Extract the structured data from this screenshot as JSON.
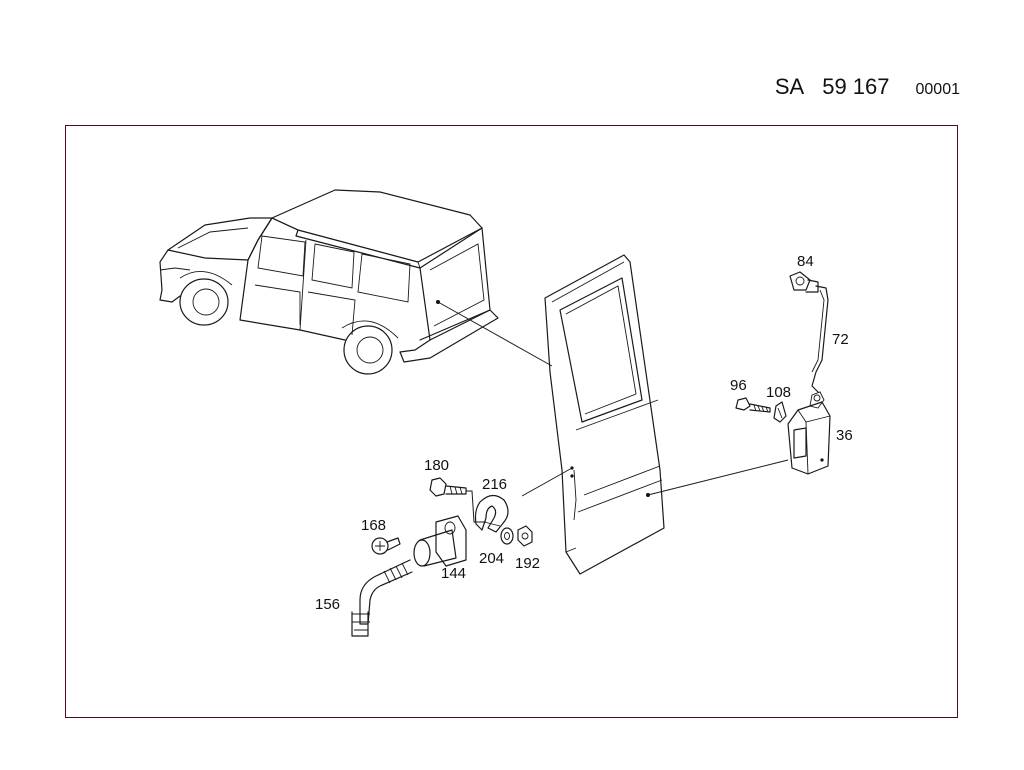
{
  "header": {
    "prefix": "SA",
    "group_number": "59 167",
    "sheet": "00001"
  },
  "parts": [
    {
      "id": "84",
      "label": "84"
    },
    {
      "id": "72",
      "label": "72"
    },
    {
      "id": "96",
      "label": "96"
    },
    {
      "id": "108",
      "label": "108"
    },
    {
      "id": "36",
      "label": "36"
    },
    {
      "id": "180",
      "label": "180"
    },
    {
      "id": "216",
      "label": "216"
    },
    {
      "id": "168",
      "label": "168"
    },
    {
      "id": "204",
      "label": "204"
    },
    {
      "id": "192",
      "label": "192"
    },
    {
      "id": "144",
      "label": "144"
    },
    {
      "id": "156",
      "label": "156"
    }
  ]
}
